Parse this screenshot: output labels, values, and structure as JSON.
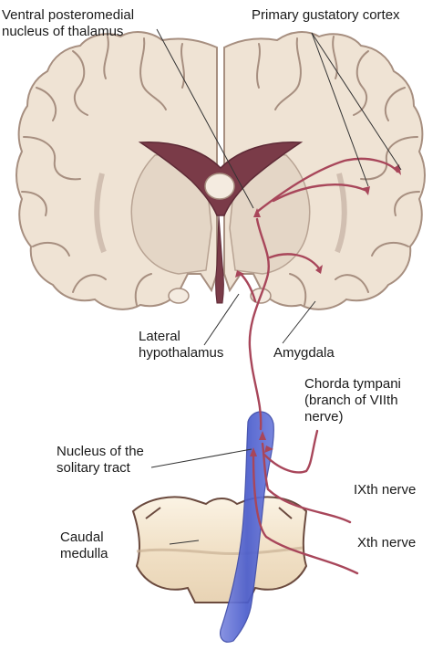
{
  "labels": {
    "vpm": {
      "line1": "Ventral posteromedial",
      "line2": "nucleus of thalamus"
    },
    "gustatory_cortex": {
      "line1": "Primary gustatory cortex"
    },
    "lateral_hypothalamus": {
      "line1": "Lateral",
      "line2": "hypothalamus"
    },
    "amygdala": {
      "line1": "Amygdala"
    },
    "chorda_tympani": {
      "line1": "Chorda tympani",
      "line2": "(branch of VIIth",
      "line3": "nerve)"
    },
    "nucleus_solitary": {
      "line1": "Nucleus of the",
      "line2": "solitary tract"
    },
    "ninth_nerve": {
      "line1": "IXth nerve"
    },
    "caudal_medulla": {
      "line1": "Caudal",
      "line2": "medulla"
    },
    "tenth_nerve": {
      "line1": "Xth nerve"
    }
  },
  "colors": {
    "brain_fill": "#efe3d4",
    "brain_outline": "#a78f80",
    "white_matter": "#f8f1e8",
    "ventricle": "#7a3b48",
    "pathway": "#a8465a",
    "solitary_tract": "#4f5fc8",
    "medulla": "#f0e0c8",
    "medulla_outline": "#6b4a3e",
    "leader_line": "#333333"
  }
}
